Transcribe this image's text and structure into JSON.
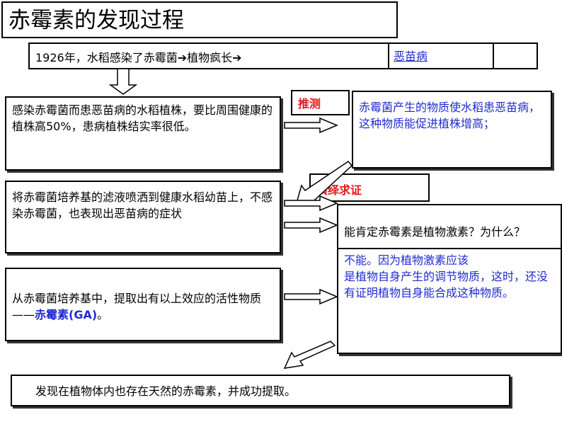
{
  "title": "赤霉素的发现过程",
  "history": {
    "text": "1926年，水稻感染了赤霉菌➔植物疯长➔",
    "link": "恶苗病"
  },
  "observations": [
    "感染赤霉菌而患恶苗病的水稻植株，要比周围健康的植株高50%，患病植株结实率很低。",
    "将赤霉菌培养基的滤液喷洒到健康水稻幼苗上，不感染赤霉菌，也表现出恶苗病的症状"
  ],
  "extraction": {
    "prefix": "从赤霉菌培养基中，提取出有以上效应的活性物质——",
    "highlight": "赤霉素(GA)",
    "suffix": "。"
  },
  "labels": {
    "guess": "推测",
    "deduce": "演绎求证"
  },
  "guess_text": "赤霉菌产生的物质使水稻患恶苗病，这种物质能促进植株增高；",
  "question": "能肯定赤霉素是植物激素？为什么？",
  "answer": {
    "line1": "不能。因为植物激素应该",
    "line2": "是植物自身产生的调节物质，这时，还没有证明植物自身能合成这种物质。"
  },
  "conclusion": "发现在植物体内也存在天然的赤霉素，并成功提取。",
  "colors": {
    "blue_text": "#1f2bd0",
    "red_text": "#e01a1a"
  }
}
